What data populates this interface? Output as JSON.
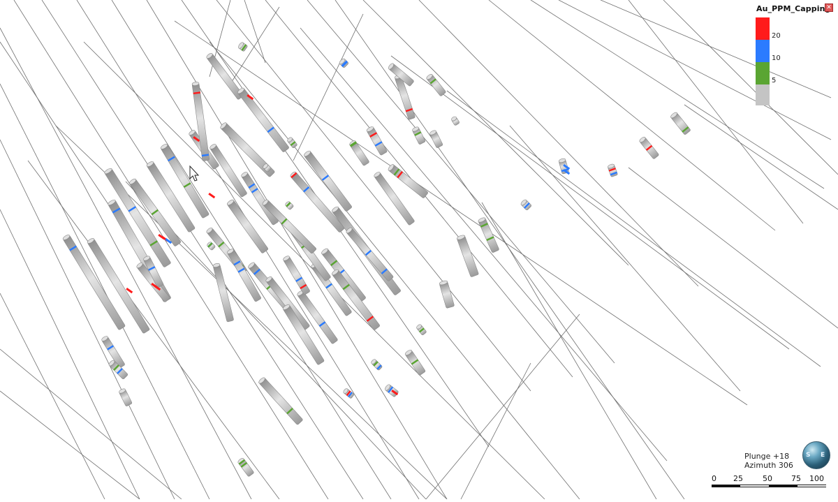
{
  "legend": {
    "title": "Au_PPM_Capping",
    "close_icon": "close-icon",
    "stops": [
      {
        "label": "20",
        "color": "#ff1b1b"
      },
      {
        "label": "10",
        "color": "#2b7bff"
      },
      {
        "label": "5",
        "color": "#5aa532"
      },
      {
        "label": "",
        "color": "#c4c4c4"
      }
    ]
  },
  "view": {
    "plunge": "Plunge +18",
    "azimuth": "Azimuth 306"
  },
  "orientation_globe": {
    "icon": "globe-icon",
    "letters": [
      "S",
      "E"
    ]
  },
  "scale_bar": {
    "labels": [
      "0",
      "25",
      "50",
      "75",
      "100"
    ]
  },
  "colors": {
    "trace": "#6f6f6f",
    "cylinder_light": "#e0e0e0",
    "cylinder_mid": "#b4b4b4",
    "cylinder_dark": "#8a8a8a",
    "grade_high": "#ff1b1b",
    "grade_mid": "#2b7bff",
    "grade_low": "#5aa532"
  }
}
